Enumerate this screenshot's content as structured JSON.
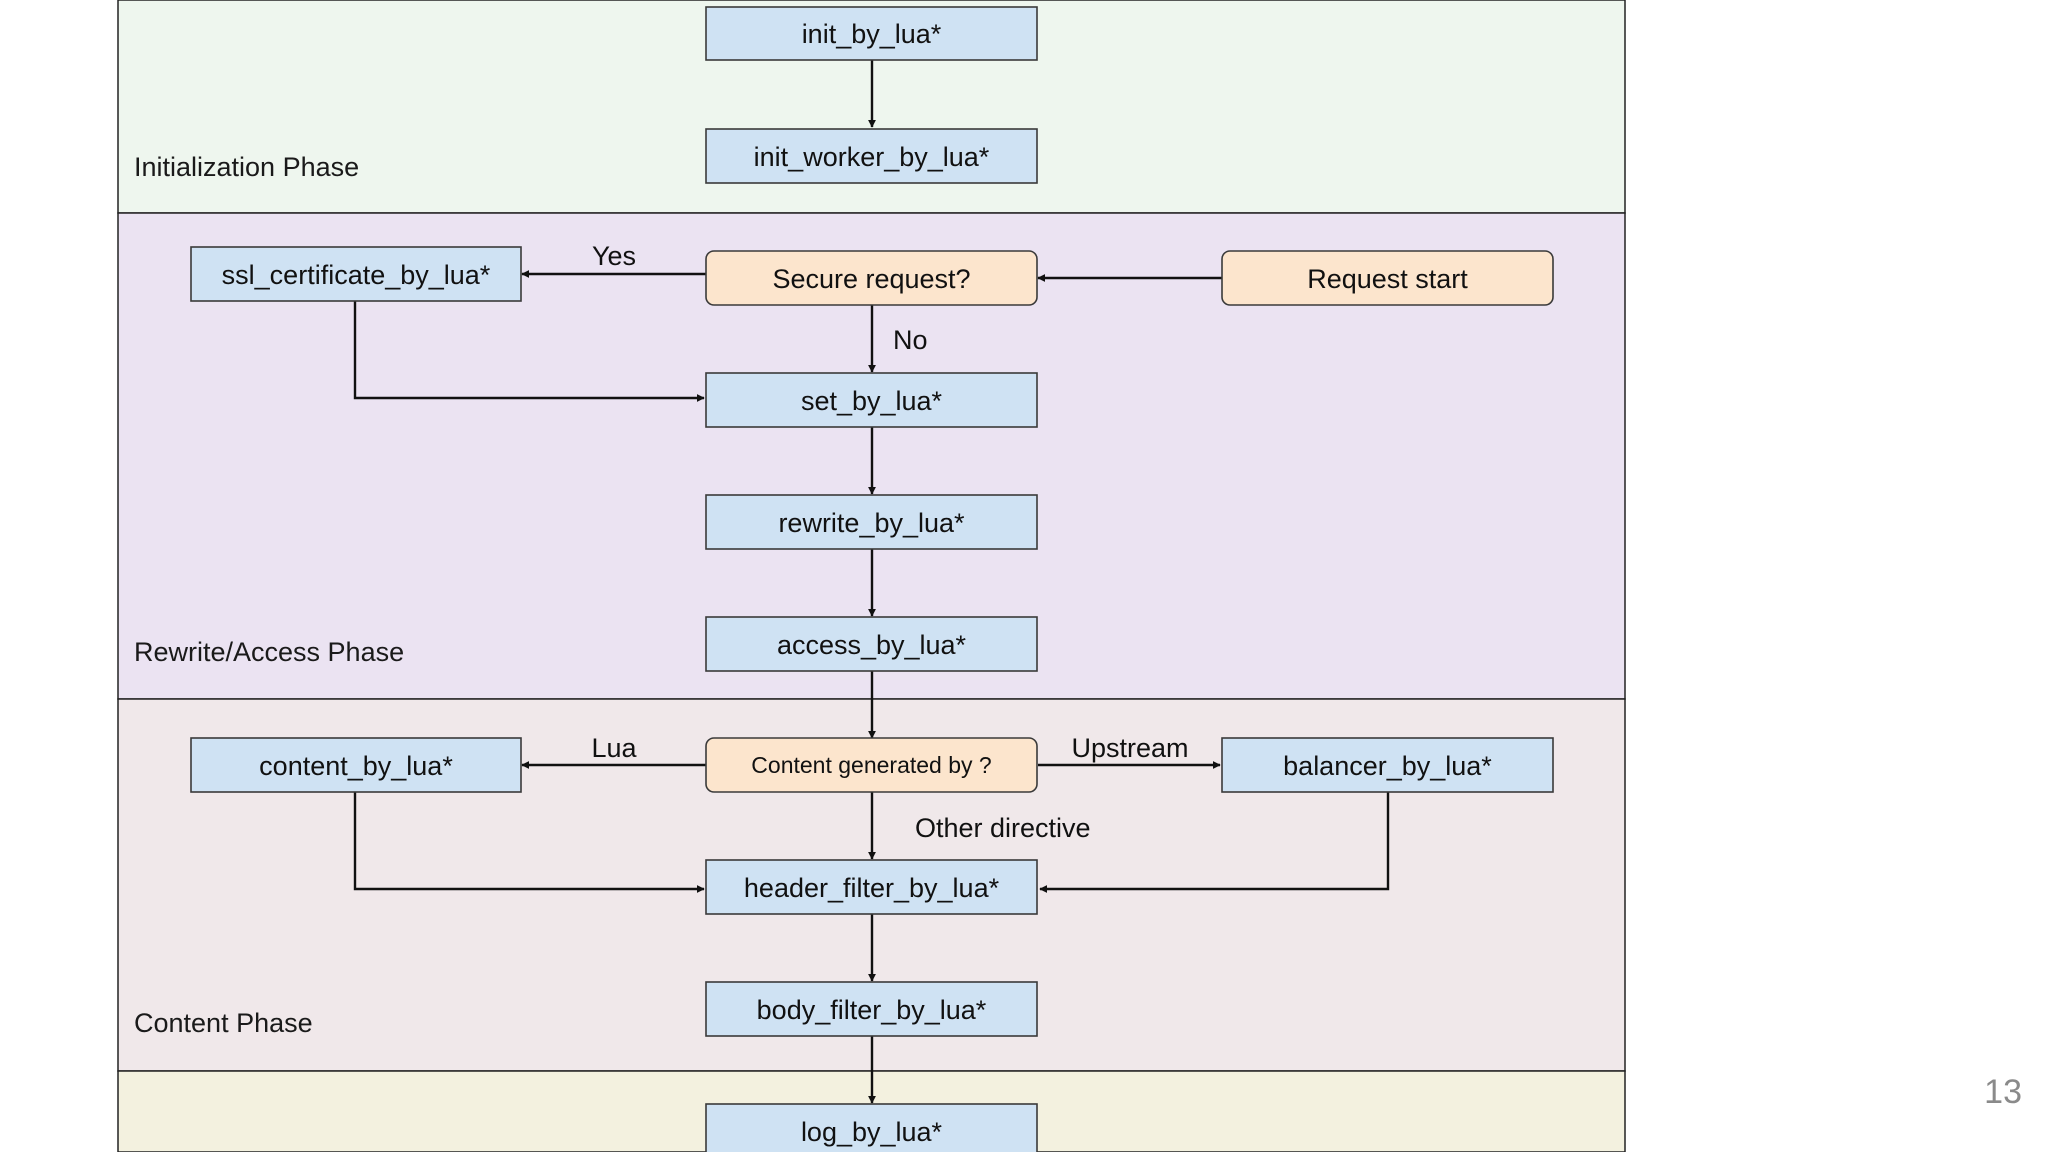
{
  "colors": {
    "init_phase_bg": "#eef6ee",
    "rewrite_phase_bg": "#ebe3f2",
    "content_phase_bg": "#f0e8ea",
    "log_phase_bg": "#f3f1df",
    "directive_fill": "#cfe2f3",
    "decision_fill": "#fce5cd",
    "line": "#111111"
  },
  "phases": {
    "initialization": "Initialization Phase",
    "rewrite_access": "Rewrite/Access Phase",
    "content": "Content Phase"
  },
  "nodes": {
    "init_by_lua": "init_by_lua*",
    "init_worker_by_lua": "init_worker_by_lua*",
    "ssl_certificate_by_lua": "ssl_certificate_by_lua*",
    "secure_request": "Secure request?",
    "request_start": "Request start",
    "set_by_lua": "set_by_lua*",
    "rewrite_by_lua": "rewrite_by_lua*",
    "access_by_lua": "access_by_lua*",
    "content_by_lua": "content_by_lua*",
    "content_generated_by": "Content generated by ?",
    "balancer_by_lua": "balancer_by_lua*",
    "header_filter_by_lua": "header_filter_by_lua*",
    "body_filter_by_lua": "body_filter_by_lua*",
    "log_by_lua": "log_by_lua*"
  },
  "edge_labels": {
    "yes": "Yes",
    "no": "No",
    "lua": "Lua",
    "upstream": "Upstream",
    "other_directive": "Other directive"
  },
  "page_number": "13"
}
